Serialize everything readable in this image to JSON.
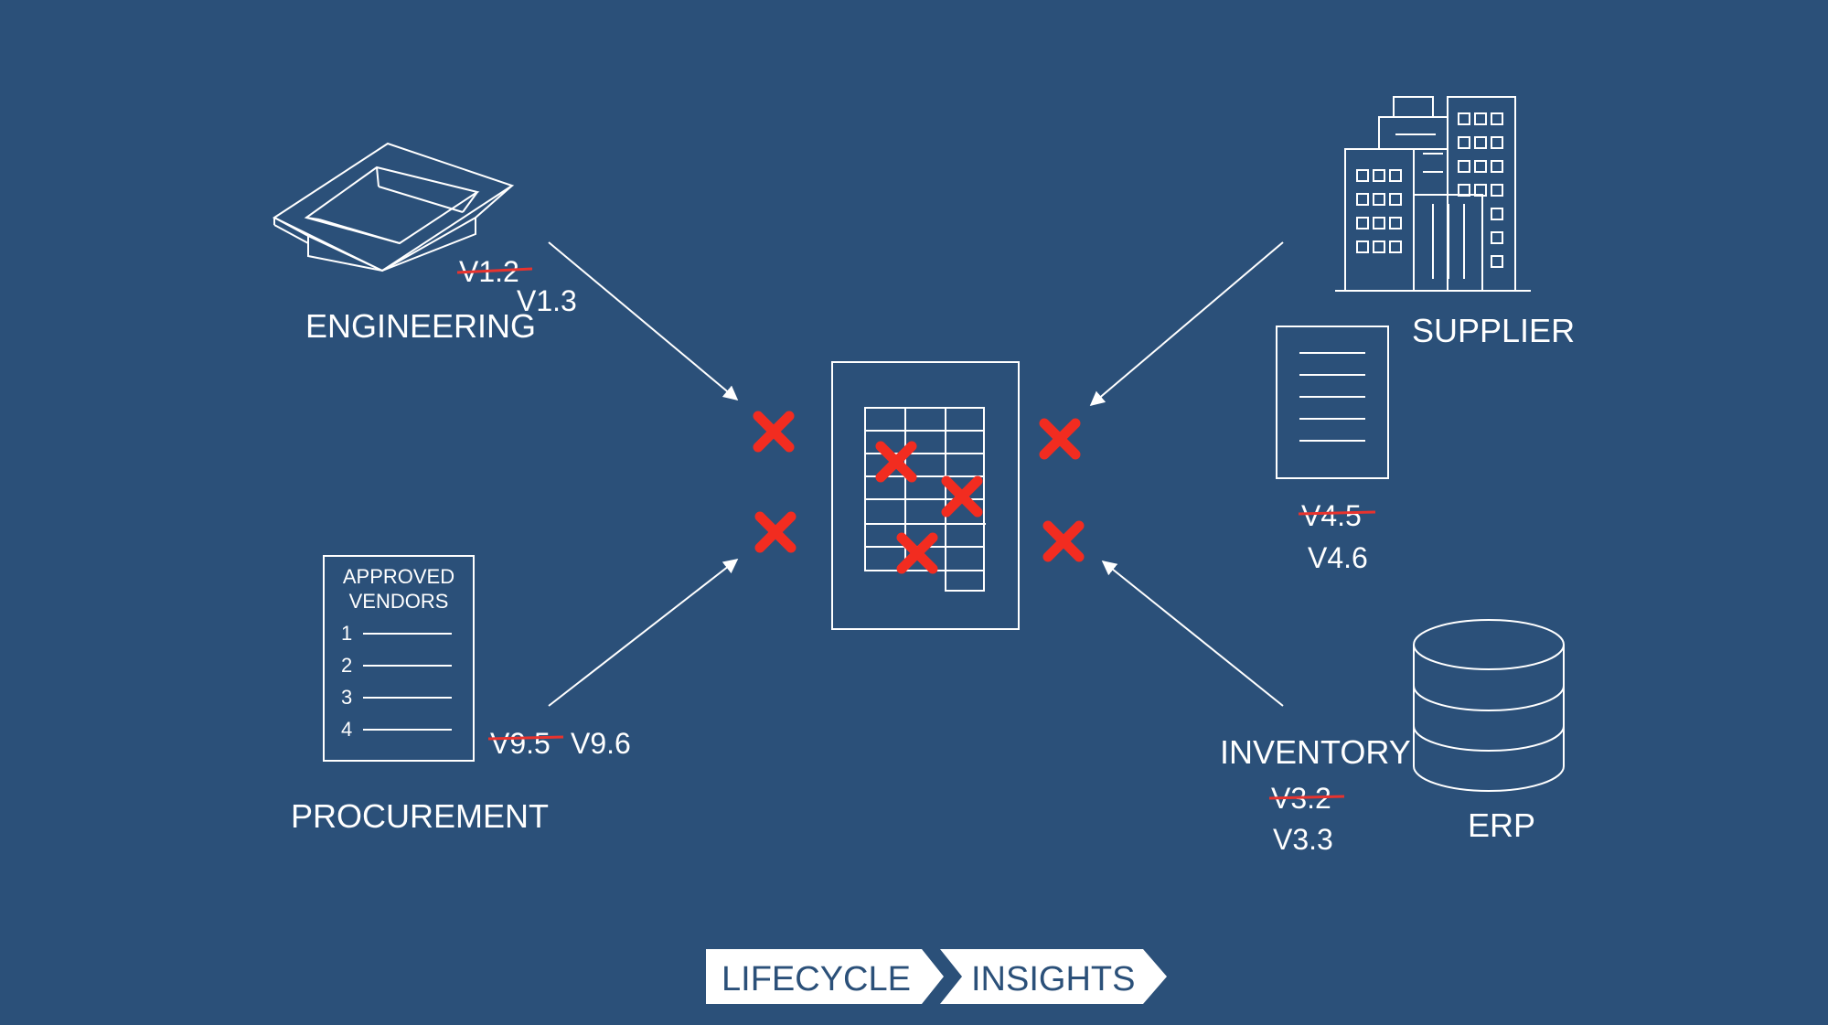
{
  "colors": {
    "background": "#2b5079",
    "line": "#ffffff",
    "error": "#f22c20",
    "strike": "#e8332e",
    "brand_text": "#2b5079"
  },
  "nodes": {
    "engineering": {
      "label": "ENGINEERING",
      "old_version": "V1.2",
      "new_version": "V1.3",
      "icon": "tray-3d-icon"
    },
    "supplier": {
      "label": "SUPPLIER",
      "old_version": "V4.5",
      "new_version": "V4.6",
      "icon": "buildings-icon"
    },
    "procurement": {
      "label": "PROCUREMENT",
      "old_version": "V9.5",
      "new_version": "V9.6",
      "icon": "vendor-list-icon",
      "list_title_line1": "APPROVED",
      "list_title_line2": "VENDORS",
      "list_items": [
        "1",
        "2",
        "3",
        "4"
      ]
    },
    "inventory": {
      "label": "INVENTORY",
      "old_version": "V3.2",
      "new_version": "V3.3"
    },
    "erp": {
      "label": "ERP",
      "icon": "database-icon"
    }
  },
  "center": {
    "icon": "spreadsheet-document-icon"
  },
  "brand": {
    "part1": "LIFECYCLE",
    "part2": "INSIGHTS"
  }
}
